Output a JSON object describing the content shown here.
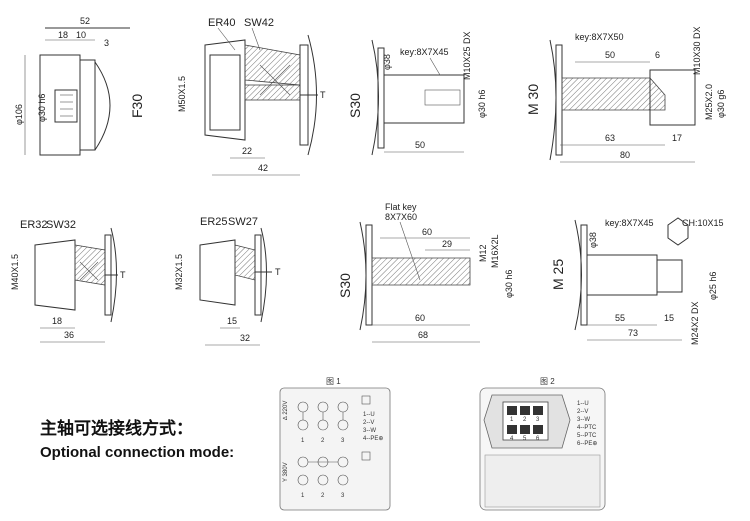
{
  "drawings": {
    "f30": {
      "name": "F30",
      "dims": [
        "52",
        "18",
        "10",
        "3",
        "φ106",
        "φ30 h6"
      ]
    },
    "m50": {
      "dims": [
        "ER40",
        "SW42",
        "M50X1.5",
        "22",
        "42",
        "T"
      ]
    },
    "s30a": {
      "name": "S30",
      "dims": [
        "key:8X7X45",
        "M10X25 DX",
        "φ38",
        "φ30 h6",
        "50"
      ]
    },
    "m30": {
      "name": "M 30",
      "dims": [
        "key:8X7X50",
        "50",
        "6",
        "M10X30 DX",
        "M25X2.0",
        "φ30 g6",
        "63",
        "17",
        "80"
      ]
    },
    "m40": {
      "dims": [
        "ER32",
        "SW32",
        "M40X1.5",
        "18",
        "36",
        "T"
      ]
    },
    "m32": {
      "dims": [
        "ER25",
        "SW27",
        "M32X1.5",
        "15",
        "32",
        "T"
      ]
    },
    "s30b": {
      "name": "S30",
      "dims": [
        "Flat key",
        "8X7X60",
        "60",
        "29",
        "M12",
        "M16X2L",
        "φ30 h6",
        "60",
        "68"
      ]
    },
    "m25": {
      "name": "M 25",
      "dims": [
        "key:8X7X45",
        "CH:10X15",
        "φ38",
        "φ25 h6",
        "55",
        "15",
        "73",
        "M24X2 DX"
      ]
    }
  },
  "captions": {
    "cn": "主轴可选接线方式：",
    "en": "Optional connection mode:"
  },
  "fig1": {
    "title": "图 1",
    "legend": [
      "1--U",
      "2--V",
      "3--W",
      "4--PE⊕"
    ],
    "voltage_top": "∆ 220V",
    "voltage_bottom": "Y 380V",
    "terminals": [
      "1",
      "2",
      "3"
    ]
  },
  "fig2": {
    "title": "图 2",
    "legend": [
      "1--U",
      "2--V",
      "3--W",
      "4--PTC",
      "5--PTC",
      "6--PE⊕"
    ],
    "pins": [
      "1",
      "2",
      "3",
      "4",
      "5",
      "6"
    ]
  }
}
